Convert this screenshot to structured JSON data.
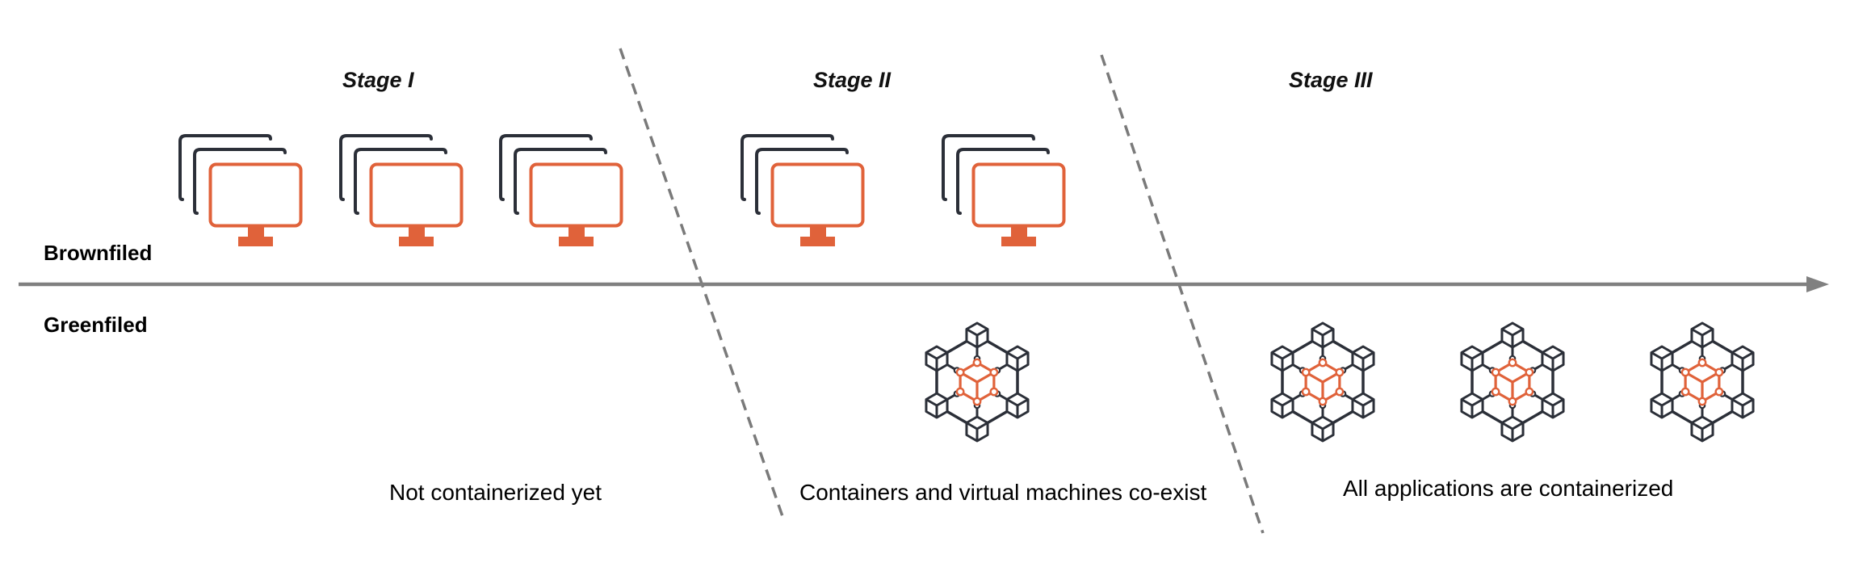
{
  "diagram": {
    "title": "Containerization stages timeline",
    "colors": {
      "accent": "#E0623A",
      "dark": "#2B2F38",
      "axis": "#808080",
      "divider": "#7A7A7A",
      "text": "#000000"
    },
    "rows": {
      "top_label": "Brownfiled",
      "bottom_label": "Greenfiled"
    },
    "stages": [
      {
        "label": "Stage I",
        "caption": "Not containerized yet",
        "vm_stacks": 3,
        "container_clusters": 0
      },
      {
        "label": "Stage II",
        "caption": "Containers and virtual machines co-exist",
        "vm_stacks": 2,
        "container_clusters": 1
      },
      {
        "label": "Stage III",
        "caption": "All applications are containerized",
        "vm_stacks": 0,
        "container_clusters": 3
      }
    ],
    "icons": {
      "vm_stack": "virtual-machine-stack-icon",
      "container_cluster": "container-cluster-icon",
      "axis": "timeline-arrow"
    }
  }
}
